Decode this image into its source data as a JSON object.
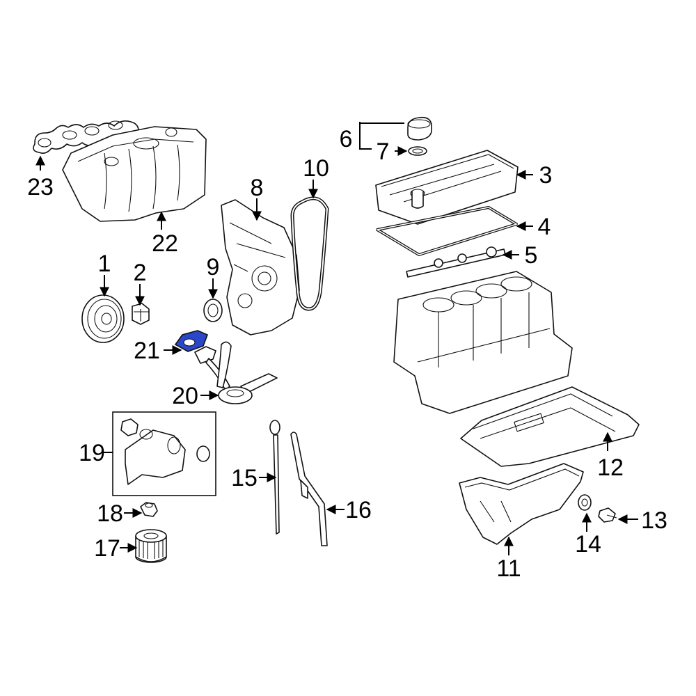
{
  "diagram": {
    "highlight_color": "#2a47c9",
    "line_color": "#111111",
    "callouts": [
      {
        "id": "1",
        "label": "1"
      },
      {
        "id": "2",
        "label": "2"
      },
      {
        "id": "3",
        "label": "3"
      },
      {
        "id": "4",
        "label": "4"
      },
      {
        "id": "5",
        "label": "5"
      },
      {
        "id": "6",
        "label": "6"
      },
      {
        "id": "7",
        "label": "7"
      },
      {
        "id": "8",
        "label": "8"
      },
      {
        "id": "9",
        "label": "9"
      },
      {
        "id": "10",
        "label": "10"
      },
      {
        "id": "11",
        "label": "11"
      },
      {
        "id": "12",
        "label": "12"
      },
      {
        "id": "13",
        "label": "13"
      },
      {
        "id": "14",
        "label": "14"
      },
      {
        "id": "15",
        "label": "15"
      },
      {
        "id": "16",
        "label": "16"
      },
      {
        "id": "17",
        "label": "17"
      },
      {
        "id": "18",
        "label": "18"
      },
      {
        "id": "19",
        "label": "19"
      },
      {
        "id": "20",
        "label": "20"
      },
      {
        "id": "21",
        "label": "21"
      },
      {
        "id": "22",
        "label": "22"
      },
      {
        "id": "23",
        "label": "23"
      }
    ]
  }
}
